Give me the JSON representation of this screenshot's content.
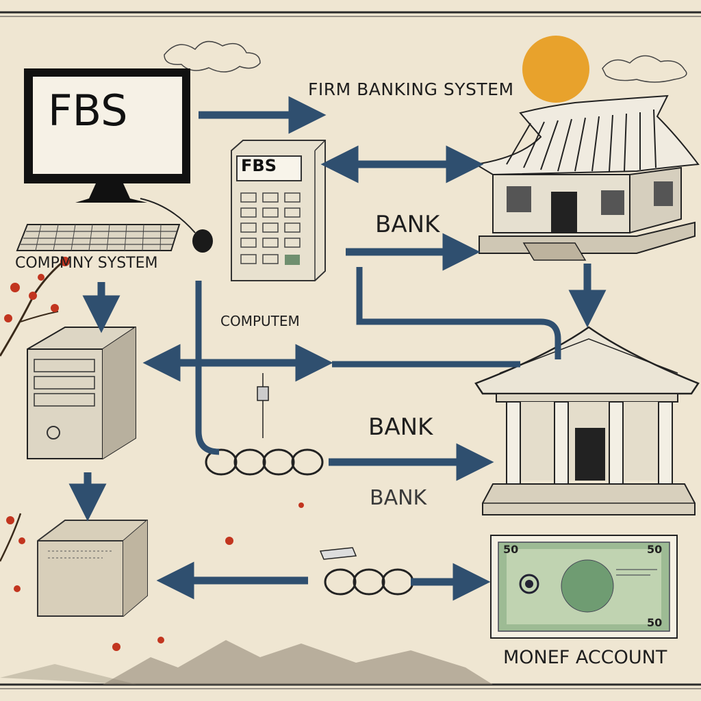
{
  "monitor": {
    "screen_text": "FBS"
  },
  "calculator": {
    "display_text": "FBS"
  },
  "labels": {
    "title": "FIRM BANKING SYSTEM",
    "company_system": "COMPMNY SYSTEM",
    "computem": "COMPUTEM",
    "bank_1": "BANK",
    "bank_2": "BANK",
    "bank_3": "BANK",
    "money_account": "MONEF ACCOUNT"
  },
  "banknote": {
    "denomination_top_left": "50",
    "denomination_top_right": "50",
    "denomination_bottom_right": "50"
  },
  "colors": {
    "background": "#efe6d2",
    "arrow": "#2f4f6f",
    "sun": "#e8a22c",
    "ink": "#1e1e1e",
    "banknote": "#7fa87c",
    "blossom": "#c2351f"
  }
}
